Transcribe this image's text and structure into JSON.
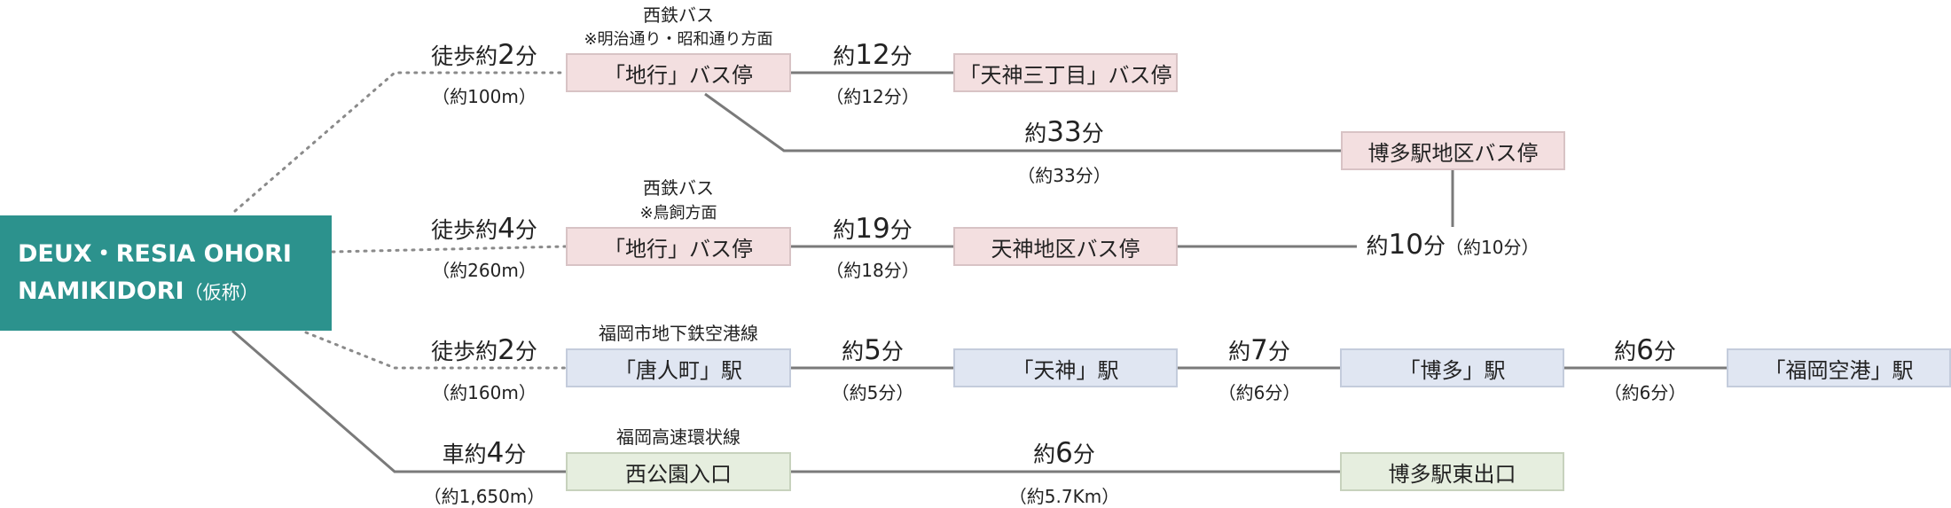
{
  "origin": {
    "line1": "DEUX・RESIA OHORI",
    "line2": "NAMIKIDORI",
    "line2_suffix": "（仮称）"
  },
  "routes": [
    {
      "access": {
        "prefix": "徒歩約",
        "num": "2",
        "unit": "分",
        "paren": "（約100m）"
      },
      "operator": "西鉄バス",
      "direction": "※明治通り・昭和通り方面",
      "start": "「地行」バス停",
      "legs": [
        {
          "prefix": "約",
          "num": "12",
          "unit": "分",
          "paren": "（約12分）"
        },
        {
          "prefix": "約",
          "num": "33",
          "unit": "分",
          "paren": "（約33分）"
        }
      ],
      "stops": [
        "「天神三丁目」バス停",
        "博多駅地区バス停"
      ]
    },
    {
      "access": {
        "prefix": "徒歩約",
        "num": "4",
        "unit": "分",
        "paren": "（約260m）"
      },
      "operator": "西鉄バス",
      "direction": "※鳥飼方面",
      "start": "「地行」バス停",
      "legs": [
        {
          "prefix": "約",
          "num": "19",
          "unit": "分",
          "paren": "（約18分）"
        },
        {
          "prefix": "約",
          "num": "10",
          "unit": "分",
          "paren": "（約10分）"
        }
      ],
      "stops": [
        "天神地区バス停"
      ]
    },
    {
      "access": {
        "prefix": "徒歩約",
        "num": "2",
        "unit": "分",
        "paren": "（約160m）"
      },
      "operator": "福岡市地下鉄空港線",
      "start": "「唐人町」駅",
      "legs": [
        {
          "prefix": "約",
          "num": "5",
          "unit": "分",
          "paren": "（約5分）"
        },
        {
          "prefix": "約",
          "num": "7",
          "unit": "分",
          "paren": "（約6分）"
        },
        {
          "prefix": "約",
          "num": "6",
          "unit": "分",
          "paren": "（約6分）"
        }
      ],
      "stops": [
        "「天神」駅",
        "「博多」駅",
        "「福岡空港」駅"
      ]
    },
    {
      "access": {
        "prefix": "車約",
        "num": "4",
        "unit": "分",
        "paren": "（約1,650m）"
      },
      "operator": "福岡高速環状線",
      "start": "西公園入口",
      "legs": [
        {
          "prefix": "約",
          "num": "6",
          "unit": "分",
          "paren": "（約5.7Km）"
        }
      ],
      "stops": [
        "博多駅東出口"
      ]
    }
  ],
  "colors": {
    "origin": "#2c928d",
    "bus": "#f3dfe0",
    "subway": "#e0e6f2",
    "expressway": "#e6eedf",
    "line": "#7a7a7a"
  }
}
